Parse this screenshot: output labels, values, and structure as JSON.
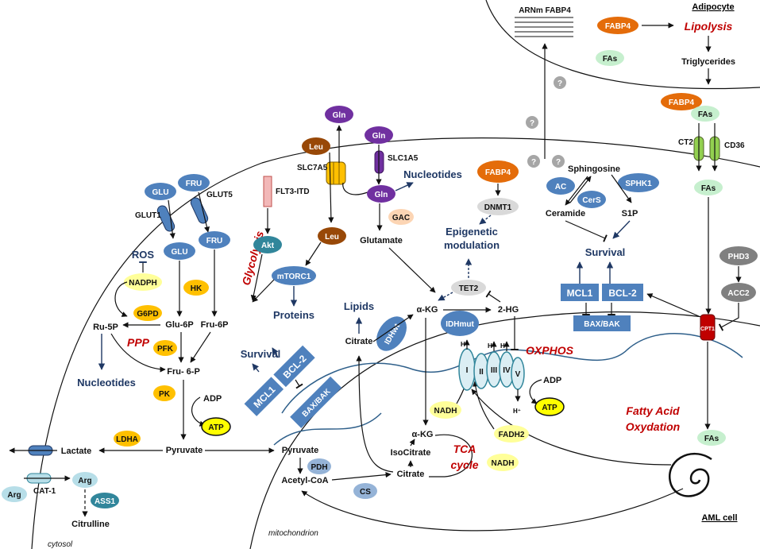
{
  "labels": {
    "adipocyte": "Adipocyte",
    "aml_cell": "AML cell",
    "cytosol": "cytosol",
    "mitochondrion": "mitochondrion",
    "arnm_fabp4": "ARNm FABP4",
    "lipolysis": "Lipolysis",
    "triglycerides": "Triglycerides",
    "glycolysis": "Glycolysis",
    "ppp": "PPP",
    "oxphos": "OXPHOS",
    "tca_cycle": "TCA\ncycle",
    "fatty_acid_oxydation": "Fatty Acid\nOxydation",
    "nucleotides": "Nucleotides",
    "proteins": "Proteins",
    "lipids": "Lipids",
    "survival": "Survival",
    "epigenetic_modulation": "Epigenetic\nmodulation",
    "ros": "ROS",
    "question": "?"
  },
  "transporters": {
    "glut1": "GLUT1",
    "glut5": "GLUT5",
    "slc7a5": "SLC7A5",
    "slc1a5": "SLC1A5",
    "flt3_itd": "FLT3-ITD",
    "ct2": "CT2",
    "cd36": "CD36",
    "cpt1": "CPT1",
    "cat1": "CAT-1"
  },
  "metabolites": {
    "ru5p": "Ru-5P",
    "glu6p": "Glu-6P",
    "fru6p": "Fru-6P",
    "fru6p_b": "Fru- 6-P",
    "adp": "ADP",
    "pyruvate": "Pyruvate",
    "lactate": "Lactate",
    "citrulline": "Citrulline",
    "glutamate": "Glutamate",
    "akg": "α-KG",
    "two_hg": "2-HG",
    "citrate": "Citrate",
    "isocitrate": "IsoCitrate",
    "acetyl_coa": "Acetyl-CoA",
    "sphingosine": "Sphingosine",
    "ceramide": "Ceramide",
    "s1p": "S1P",
    "h_plus": "H⁺",
    "complex_i": "I",
    "complex_ii": "II",
    "complex_iii": "III",
    "complex_iv": "IV",
    "complex_v": "V"
  },
  "nodes": {
    "glu_out": "GLU",
    "fru_out": "FRU",
    "glu_in": "GLU",
    "fru_in": "FRU",
    "hk": "HK",
    "g6pd": "G6PD",
    "nadph": "NADPH",
    "pfk": "PFK",
    "pk": "PK",
    "atp": "ATP",
    "ldha": "LDHA",
    "arg_out": "Arg",
    "arg_in": "Arg",
    "ass1": "ASS1",
    "gln_top": "Gln",
    "gln_right": "Gln",
    "gln_in": "Gln",
    "leu_out": "Leu",
    "leu_in": "Leu",
    "gac": "GAC",
    "akt": "Akt",
    "mtorc1": "mTORC1",
    "fabp4_center": "FABP4",
    "dnmt1": "DNMT1",
    "tet2": "TET2",
    "idhwt": "IDHwt",
    "idhmut": "IDHmut",
    "ac": "AC",
    "cers": "CerS",
    "sphk1": "SPHK1",
    "mcl1": "MCL1",
    "bcl2": "BCL-2",
    "bax_bak": "BAX/BAK",
    "fabp4_adipo": "FABP4",
    "fas_adipo": "FAs",
    "fabp4_adipo2": "FABP4",
    "fas_adipo2": "FAs",
    "fas_cell": "FAs",
    "fas_mito": "FAs",
    "phd3": "PHD3",
    "acc2": "ACC2",
    "nadh_tca1": "NADH",
    "nadh_tca2": "NADH",
    "fadh2": "FADH2",
    "atp_ox": "ATP",
    "adp_ox": "ADP",
    "pdh": "PDH",
    "cs": "CS"
  },
  "colors": {
    "blue": "#4f81bd",
    "yellow": "#ffc000",
    "orange": "#e46c0a",
    "purple": "#7030a0",
    "brown": "#984807",
    "green_pale": "#c6efce",
    "green_teal": "#31869b",
    "navy": "#1f3864",
    "red": "#c00000",
    "grey": "#a6a6a6",
    "light_yellow": "#ffff99",
    "mito_blue": "#2e5f8a"
  }
}
